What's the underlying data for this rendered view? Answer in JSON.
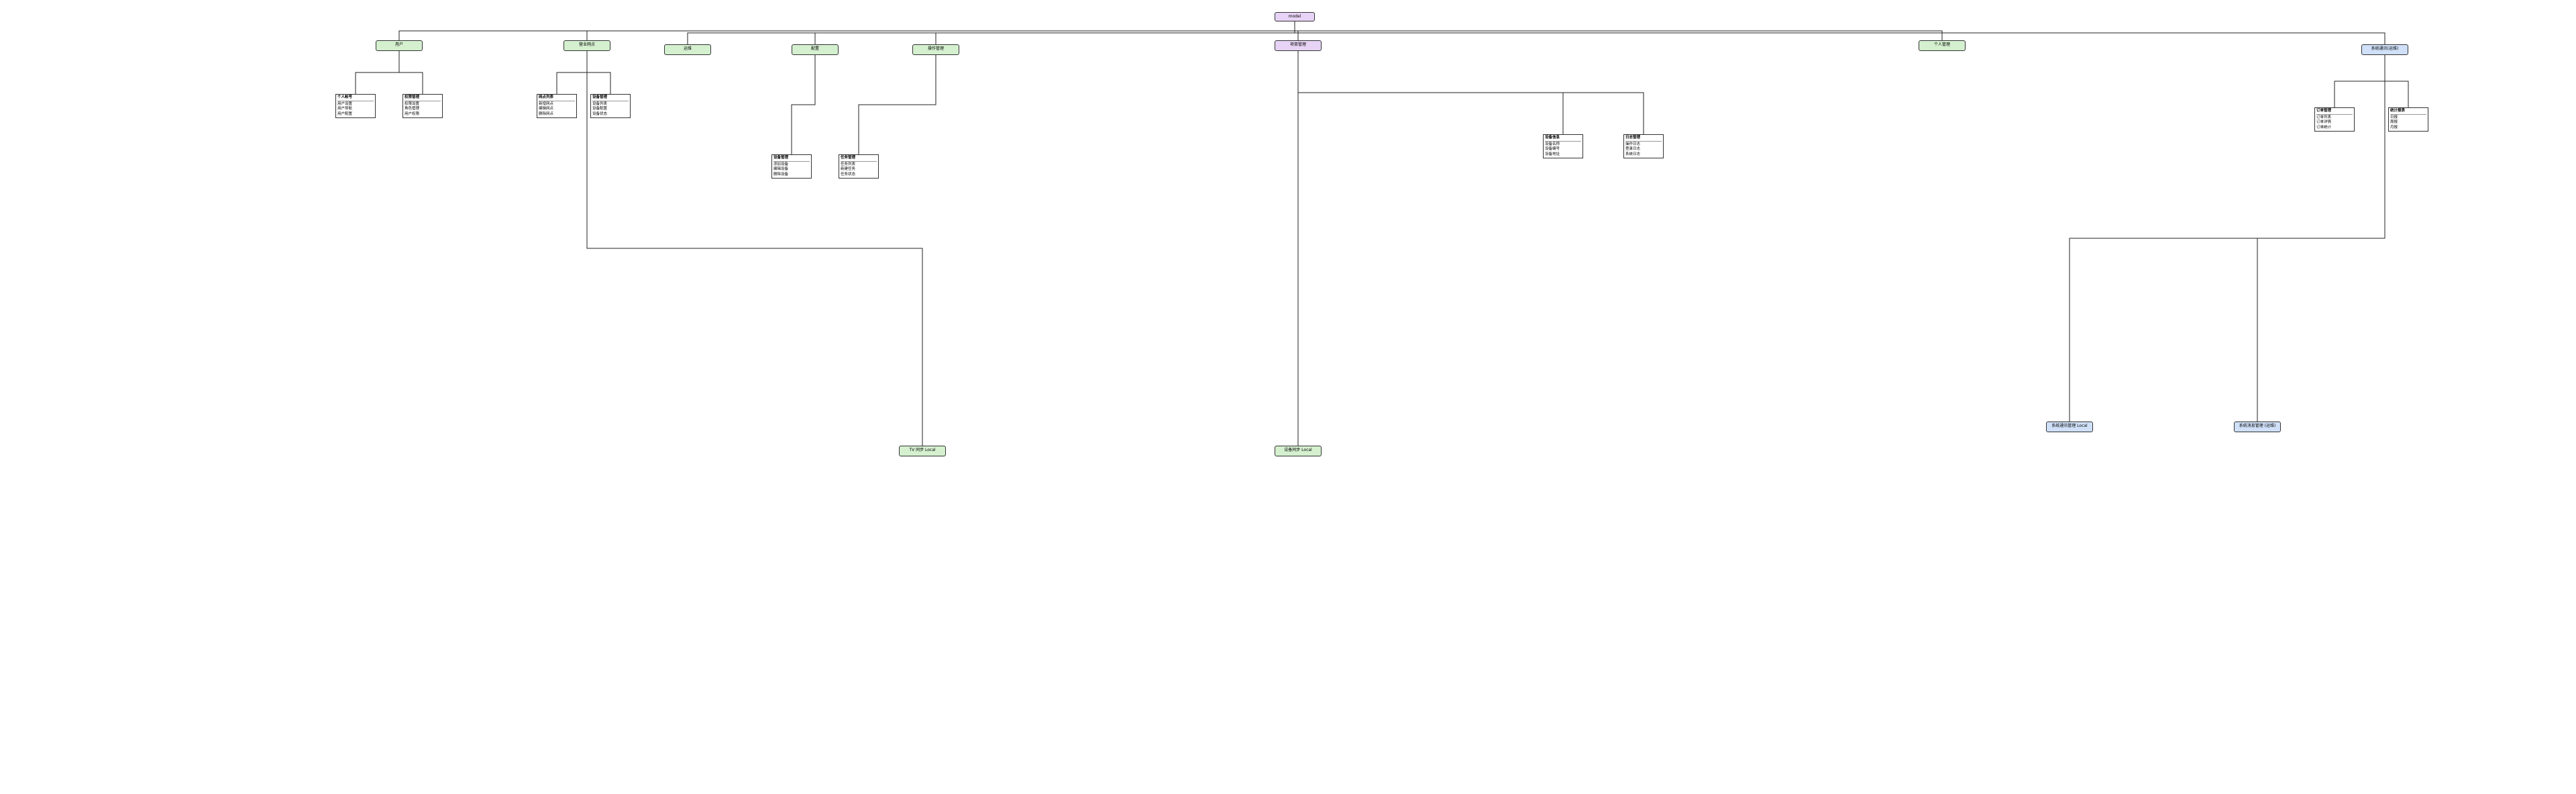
{
  "diagram": {
    "root": "model",
    "groups": [
      {
        "id": "g1",
        "label": "用户",
        "color": "group"
      },
      {
        "id": "g2",
        "label": "营业网点",
        "color": "group"
      },
      {
        "id": "g3",
        "label": "运维",
        "color": "group"
      },
      {
        "id": "g4",
        "label": "配置",
        "color": "group"
      },
      {
        "id": "g5",
        "label": "操作管理",
        "color": "group"
      },
      {
        "id": "g6",
        "label": "项目管理",
        "color": "root"
      },
      {
        "id": "g7",
        "label": "个人管理",
        "color": "group"
      },
      {
        "id": "g8",
        "label": "系统通讯(运维)",
        "color": "blue"
      },
      {
        "id": "g9",
        "label": "系统通讯管理 Local",
        "color": "blue"
      },
      {
        "id": "g10",
        "label": "系统消息管理 (运维)",
        "color": "blue"
      },
      {
        "id": "g11",
        "label": "TV 同步 Local",
        "color": "group"
      },
      {
        "id": "g12",
        "label": "设备同步 Local",
        "color": "group"
      }
    ],
    "lists": [
      {
        "title": "个人帐号",
        "rows": [
          "用户设置",
          "用户导航",
          "用户配置"
        ]
      },
      {
        "title": "权限管理",
        "rows": [
          "权限设置",
          "角色管理",
          "用户权限"
        ]
      },
      {
        "title": "网点列表",
        "rows": [
          "新增网点",
          "编辑网点",
          "删除网点"
        ]
      },
      {
        "title": "设备管理",
        "rows": [
          "设备列表",
          "设备配置",
          "设备状态"
        ]
      },
      {
        "title": "设备管理",
        "rows": [
          "添加设备",
          "编辑设备",
          "删除设备"
        ]
      },
      {
        "title": "任务管理",
        "rows": [
          "任务列表",
          "新建任务",
          "任务状态"
        ]
      },
      {
        "title": "设备信息",
        "rows": [
          "设备名称",
          "设备编号",
          "设备地址"
        ]
      },
      {
        "title": "日志管理",
        "rows": [
          "操作日志",
          "登录日志",
          "系统日志"
        ]
      },
      {
        "title": "订单管理",
        "rows": [
          "订单列表",
          "订单详情",
          "订单统计"
        ]
      },
      {
        "title": "统计报表",
        "rows": [
          "日报",
          "周报",
          "月报"
        ]
      }
    ],
    "legend_note": ""
  }
}
